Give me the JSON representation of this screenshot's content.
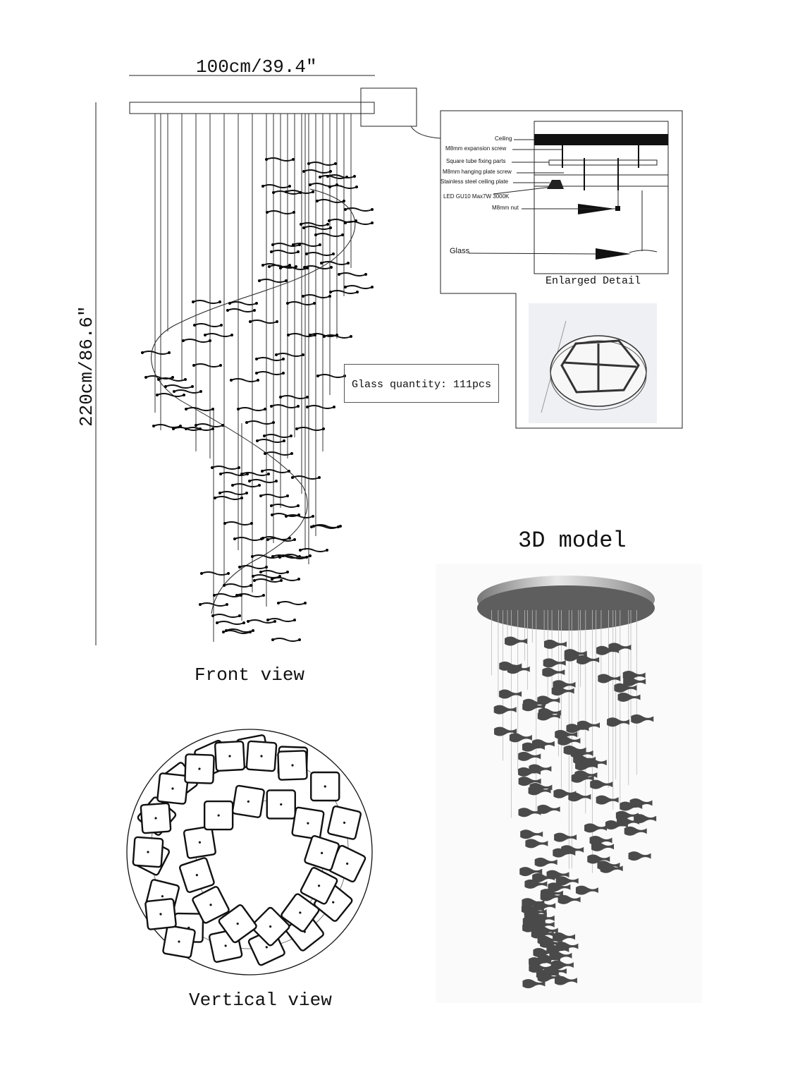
{
  "dimensions": {
    "width_label": "100cm/39.4″",
    "height_label": "220cm/86.6″"
  },
  "views": {
    "front": "Front view",
    "vertical": "Vertical view",
    "model": "3D model"
  },
  "detail": {
    "title": "Enlarged Detail",
    "labels": {
      "ceiling": "Ceiling",
      "expansion_screw": "M8mm expansion screw",
      "square_tube": "Square tube fixing parts",
      "hanging_screw": "M8mm hanging plate screw",
      "ceiling_plate": "Stainless steel ceiling plate",
      "led": "LED  GU10  Max7W  3000K",
      "nut": "M8mm nut",
      "glass": "Glass"
    }
  },
  "glass_quantity": "Glass quantity: 111pcs",
  "colors": {
    "line": "#111111",
    "model_glass": "#4a4a4a",
    "model_canopy": "#6a6a6a"
  }
}
